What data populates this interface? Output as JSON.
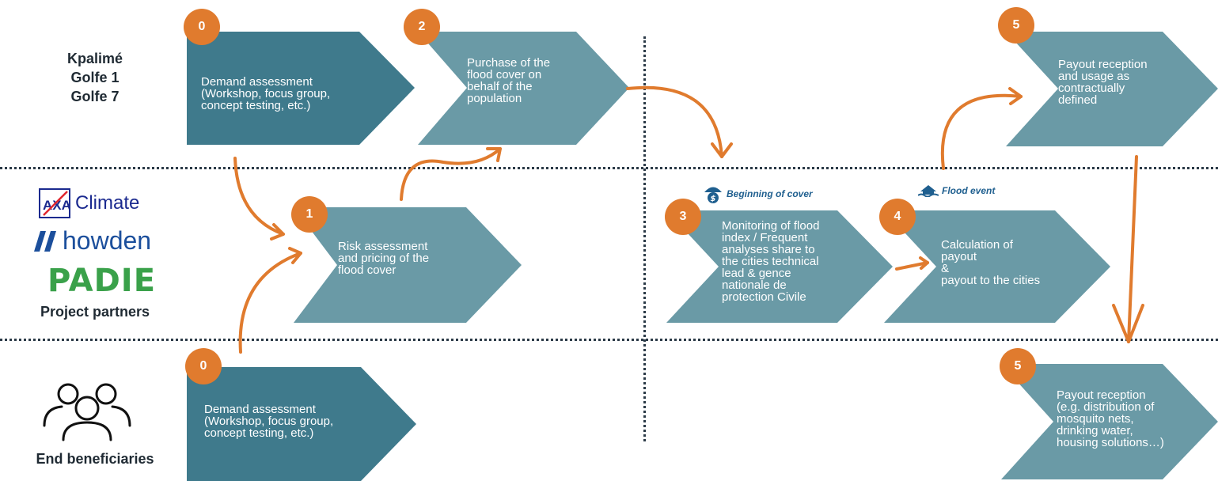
{
  "lanes": [
    {
      "label": "Kpalimé\nGolfe 1\nGolfe 7"
    },
    {
      "label": "Project partners"
    },
    {
      "label": "End beneficiaries"
    }
  ],
  "partners": {
    "axa": "Climate",
    "axa_mark": "AXA",
    "howden": "howden",
    "padie": "PADIE"
  },
  "events": {
    "beginning_of_cover": "Beginning of cover",
    "flood_event": "Flood event"
  },
  "steps": [
    {
      "id": "s0_top",
      "badge": "0",
      "text": "Demand assessment\n(Workshop, focus group,\nconcept testing, etc.)"
    },
    {
      "id": "s2",
      "badge": "2",
      "text": "Purchase of the\nflood cover on\nbehalf of the\npopulation"
    },
    {
      "id": "s5_top",
      "badge": "5",
      "text": "Payout reception\nand usage as\ncontractually\ndefined"
    },
    {
      "id": "s1",
      "badge": "1",
      "text": "Risk assessment\nand pricing of the\nflood cover"
    },
    {
      "id": "s3",
      "badge": "3",
      "text": "Monitoring of flood\nindex / Frequent\nanalyses share to\nthe cities technical\nlead & gence\nnationale de\nprotection Civile"
    },
    {
      "id": "s4",
      "badge": "4",
      "text": "Calculation of\npayout\n&\npayout to the cities"
    },
    {
      "id": "s0_bottom",
      "badge": "0",
      "text": "Demand assessment\n(Workshop, focus group,\nconcept testing, etc.)"
    },
    {
      "id": "s5_bottom",
      "badge": "5",
      "text": "Payout reception\n(e.g. distribution of\nmosquito nets,\ndrinking water,\nhousing solutions…)"
    }
  ],
  "colors": {
    "dark_teal": "#3f7a8c",
    "light_teal": "#6a9aa6",
    "orange": "#e07b2e"
  }
}
